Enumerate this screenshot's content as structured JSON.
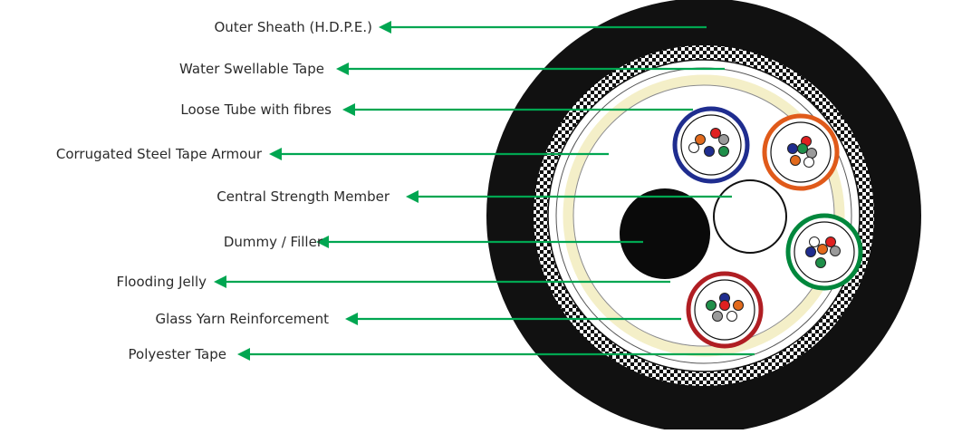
{
  "labels": [
    "Outer Sheath (H.D.P.E.)",
    "Water Swellable Tape",
    "Loose Tube with fibres",
    "Corrugated Steel Tape Armour",
    "Central Strength Member",
    "Dummy / Filler",
    "Flooding Jelly",
    "Glass Yarn Reinforcement",
    "Polyester Tape"
  ],
  "colors": {
    "arrow": "#00a651",
    "outer_sheath": "#111111",
    "yarn": "#f4efc8",
    "loose_tubes": [
      "#1f2d8f",
      "#e05a1a",
      "#00873c",
      "#b01e23"
    ],
    "fibres": [
      "#e02020",
      "#e26a1c",
      "#1f2d8f",
      "#1f8f4a",
      "#9a9a9a",
      "#ffffff"
    ]
  }
}
